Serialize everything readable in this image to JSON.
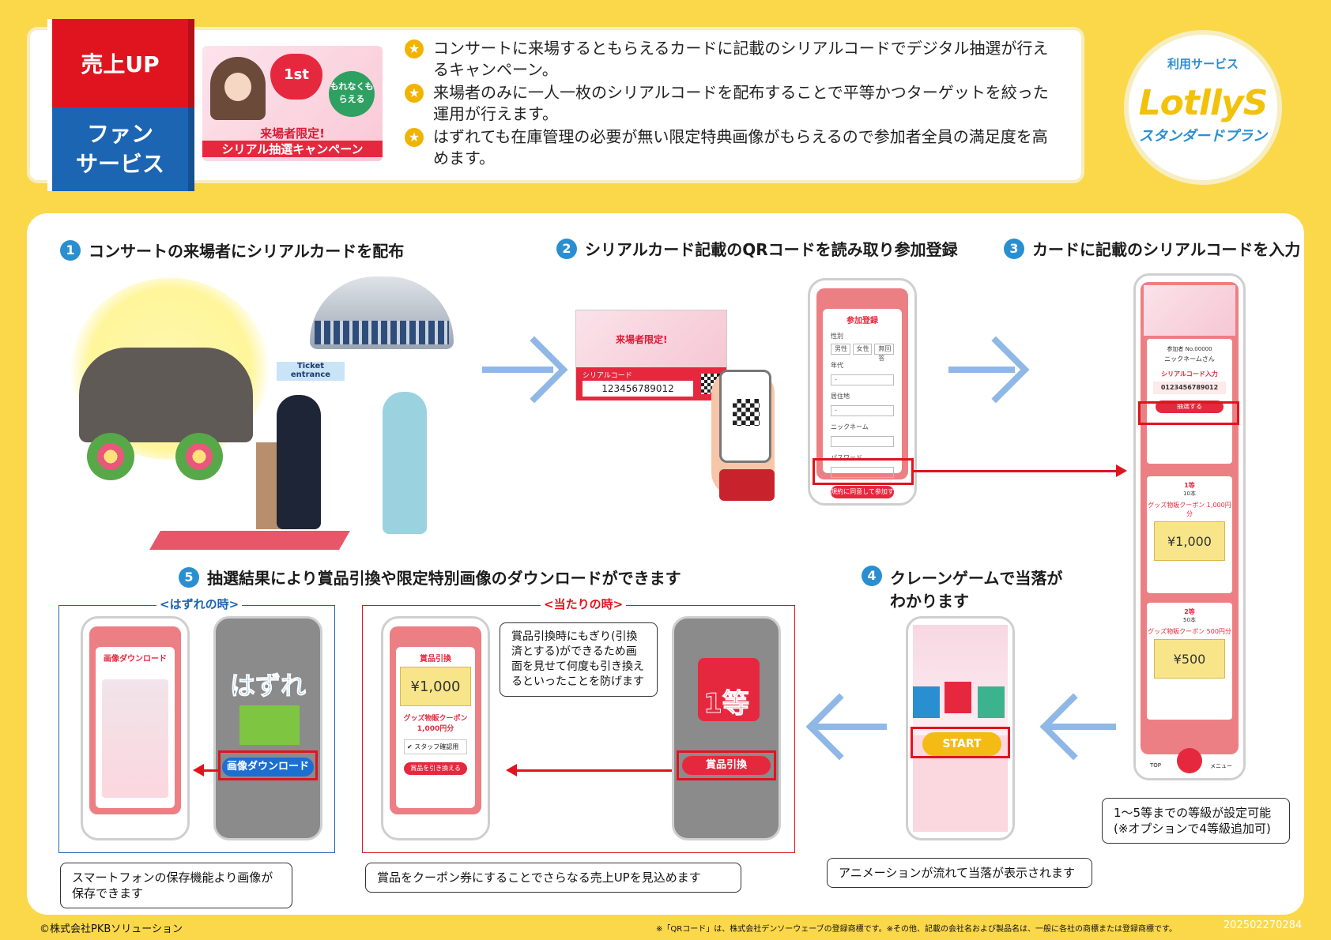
{
  "header": {
    "tag_top": "売上UP",
    "tag_bottom_1": "ファン",
    "tag_bottom_2": "サービス",
    "banner": {
      "heart": "1st",
      "badge": "もれなくもらえる",
      "line1": "来場者限定!",
      "line2": "シリアル抽選キャンペーン"
    },
    "bullets": [
      "コンサートに来場するともらえるカードに記載のシリアルコードでデジタル抽選が行えるキャンペーン。",
      "来場者のみに一人一枚のシリアルコードを配布することで平等かつターゲットを絞った運用が行えます。",
      "はずれても在庫管理の必要が無い限定特典画像がもらえるので参加者全員の満足度を高めます。"
    ],
    "bullet_icon": "star-icon"
  },
  "logo": {
    "service_label": "利用サービス",
    "brand": "LotllyS",
    "plan": "スタンダードプラン"
  },
  "steps": {
    "s1": {
      "num": "1",
      "title": "コンサートの来場者にシリアルカードを配布"
    },
    "s2": {
      "num": "2",
      "title": "シリアルカード記載のQRコードを読み取り参加登録"
    },
    "s3": {
      "num": "3",
      "title": "カードに記載のシリアルコードを入力"
    },
    "s4": {
      "num": "4",
      "title_1": "クレーンゲームで当落が",
      "title_2": "わかります"
    },
    "s5": {
      "num": "5",
      "title": "抽選結果により賞品引換や限定特別画像のダウンロードができます"
    }
  },
  "scene1": {
    "sign_1": "Ticket",
    "sign_2": "entrance"
  },
  "card": {
    "serial_label": "シリアルコード",
    "serial_code": "123456789012"
  },
  "register_phone": {
    "title": "参加登録",
    "labels": [
      "性別",
      "年代",
      "居住地",
      "ニックネーム",
      "パスワード"
    ],
    "gender_options": [
      "男性",
      "女性",
      "無回答"
    ],
    "submit": "規約に同意して参加する"
  },
  "code_phone": {
    "member_no": "参加者 No.00000",
    "nickname": "ニックネームさん",
    "input_label": "シリアルコード入力",
    "code_value": "0123456789012",
    "draw_button": "抽選する",
    "prize1_title": "1等",
    "prize1_count": "10本",
    "prize1_name": "グッズ物販クーポン 1,000円分",
    "prize1_amount": "¥1,000",
    "prize2_title": "2等",
    "prize2_count": "50本",
    "prize2_name": "グッズ物販クーポン 500円分",
    "prize2_amount": "¥500",
    "nav_top": "TOP",
    "nav_menu": "メニュー"
  },
  "callouts": {
    "grades": "1〜5等までの等級が設定可能(※オプションで4等級追加可)",
    "animation": "アニメーションが流れて当落が表示されます",
    "coupon": "賞品をクーポン券にすることでさらなる売上UPを見込めます",
    "save": "スマートフォンの保存機能より画像が保存できます",
    "exchange": "賞品引換時にもぎり(引換済とする)ができるため画面を見せて何度も引き換えるといったことを防げます"
  },
  "crane": {
    "start": "START"
  },
  "lose": {
    "frame_title": "<はずれの時>",
    "phone_title": "画像ダウンロード",
    "big_text": "はずれ",
    "download_button": "画像ダウンロード"
  },
  "win": {
    "frame_title": "<当たりの時>",
    "phone_title": "賞品引換",
    "coupon_amount": "¥1,000",
    "coupon_name": "グッズ物販クーポン 1,000円分",
    "staff_check": "スタッフ確認用",
    "exchange_button": "賞品を引き換える",
    "big_text": "1等",
    "prize_button": "賞品引換"
  },
  "footer": {
    "copyright": "©株式会社PKBソリューション",
    "note": "※「QRコード」は、株式会社デンソーウェーブの登録商標です。※その他、記載の会社名および製品名は、一般に各社の商標または登録商標です。",
    "doc_id": "202502270284"
  },
  "colors": {
    "red": "#e0141e",
    "blue": "#1c65b3",
    "yellow": "#fbd84a",
    "arrow": "#8fb8e6"
  }
}
